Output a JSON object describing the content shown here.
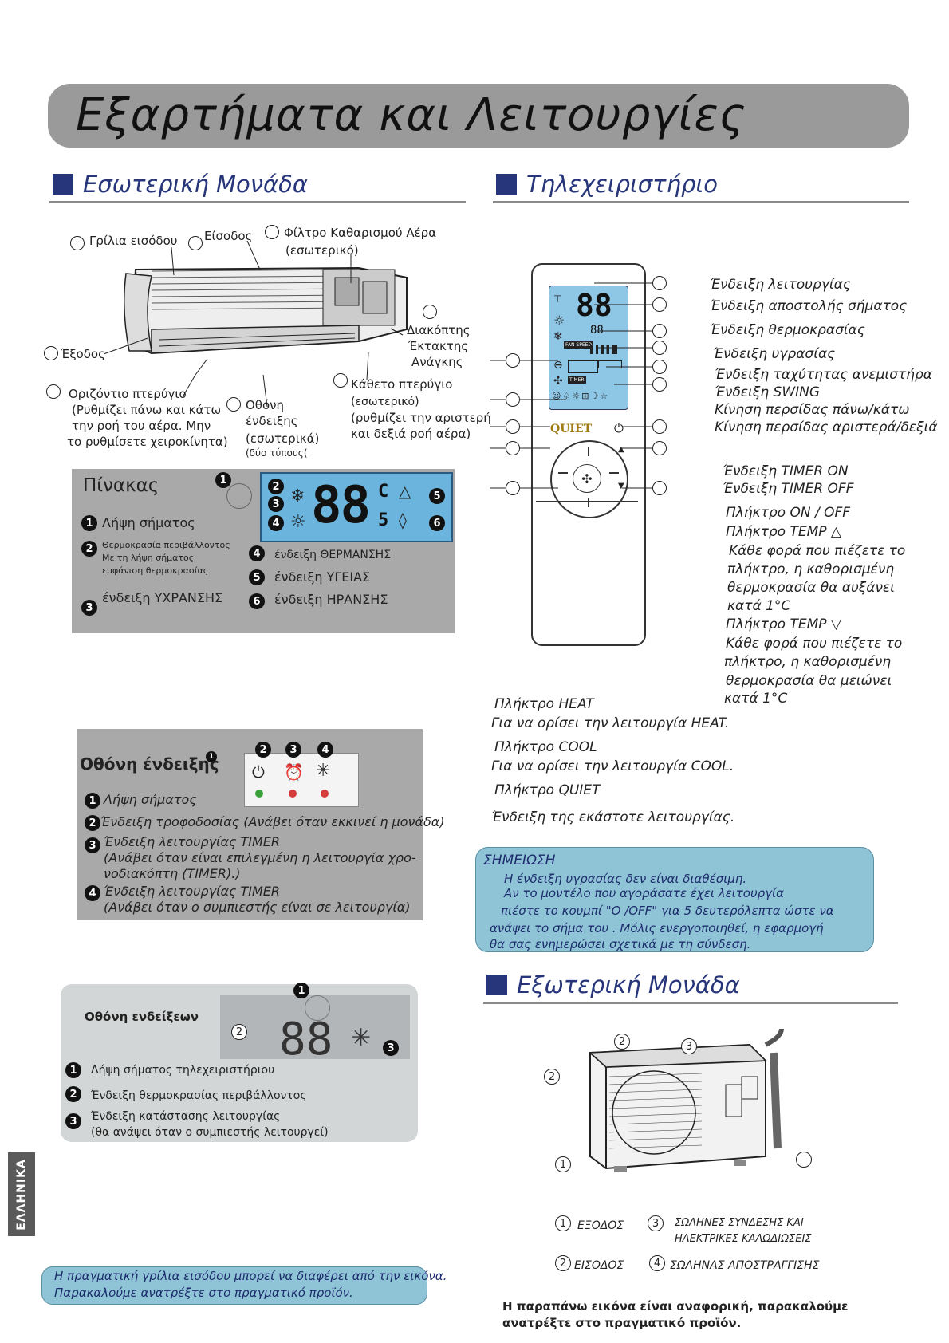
{
  "banner": {
    "title": "Εξαρτήματα και Λειτουργίες"
  },
  "sections": {
    "indoor": "Εσωτερική Μονάδα",
    "remote": "Τηλεχειριστήριο",
    "outdoor": "Εξωτερική Μονάδα"
  },
  "indoor_labels": {
    "grille": "Γρίλια εισόδου",
    "inlet": "Είσοδος",
    "filter_line1": "Φίλτρο Καθαρισμού Αέρα",
    "filter_line2": "(εσωτερικό)",
    "outlet": "Έξοδος",
    "emergency_line1": "Διακόπτης",
    "emergency_line2": "Έκτακτης",
    "emergency_line3": "Ανάγκης",
    "hflap_line1": "Οριζόντιο πτερύγιο",
    "hflap_line2": "(Ρυθμίζει πάνω και κάτω",
    "hflap_line3": "την ροή του αέρα. Μην",
    "hflap_line4": "το ρυθμίσετε χειροκίνητα)",
    "display_line1": "Οθόνη",
    "display_line2": "ένδειξης",
    "display_line3": "(εσωτερικά)",
    "display_line4": "(δύο τύπους(",
    "vflap_line1": "Κάθετο πτερύγιο",
    "vflap_line2": "(εσωτερικό)",
    "vflap_line3": "(ρυθμίζει την αριστερή",
    "vflap_line4": "και δεξιά ροή αέρα)"
  },
  "panel1": {
    "title": "Πίνακας",
    "lcd_digits": "88",
    "lcd_c": "C",
    "lcd_5": "5",
    "n1": "1",
    "n2": "2",
    "n3": "3",
    "n4": "4",
    "n5": "5",
    "n6": "6",
    "item1": "Λήψη σήματος",
    "item2_l1": "Θερμοκρασία περιβάλλοντος",
    "item2_l2": "Με τη λήψη σήματος",
    "item2_l3": "εμφάνιση θερμοκρασίας",
    "item3": "ένδειξη ΥΧΡΑΝΣΗΣ",
    "item4": "ένδειξη ΘΕΡΜΑΝΣΗΣ",
    "item5": "ένδειξη ΥΓΕΙΑΣ",
    "item6": "ένδειξη ΗΡΑΝΣΗΣ"
  },
  "panel2": {
    "title": "Οθόνη ένδειξης",
    "n1": "1",
    "n2": "2",
    "n3": "3",
    "n4": "4",
    "item1": "Λήψη σήματος",
    "item2": "Ένδειξη τροφοδοσίας (Ανάβει όταν εκκινεί η μονάδα)",
    "item3_l1": "Ένδειξη λειτουργίας TIMER",
    "item3_l2": "(Ανάβει όταν είναι επιλεγμένη η λειτουργία χρο-",
    "item3_l3": "νοδιακόπτη (TIMER).)",
    "item4_l1": "Ένδειξη λειτουργίας TIMER",
    "item4_l2": "(Ανάβει όταν ο συμπιεστής είναι σε λειτουργία)"
  },
  "panel3": {
    "title": "Οθόνη ενδείξεων",
    "digits": "88",
    "n1": "1",
    "n2": "2",
    "n3": "3",
    "item1": "Λήψη σήματος τηλεχειριστήριου",
    "item2": "Ένδειξη θερμοκρασίας περιβάλλοντος",
    "item3_l1": "Ένδειξη κατάστασης λειτουργίας",
    "item3_l2": "(θα ανάψει όταν ο συμπιεστής λειτουργεί)"
  },
  "remote": {
    "lcd_digits": "88",
    "lcd_small": "88",
    "fan_speed": "FAN SPEED",
    "quiet": "QUIET",
    "timer": "TIMER",
    "labels": [
      "Ένδειξη λειτουργίας",
      "Ένδειξη αποστολής σήματος",
      "Ένδειξη θερμοκρασίας",
      "Ένδειξη υγρασίας",
      "Ένδειξη ταχύτητας ανεμιστήρα",
      "Ένδειξη  SWING",
      "Κίνηση περσίδας πάνω/κάτω",
      "Κίνηση περσίδας αριστερά/δεξιά",
      "Ένδειξη TIMER ON",
      "Ένδειξη TIMER OFF",
      "Πλήκτρο  ON / OFF",
      "Πλήκτρο  TEMP",
      "Κάθε φορά που πιέζετε το",
      "πλήκτρο, η καθορισμένη",
      "θερμοκρασία  θα αυξάνει",
      "κατά 1°C",
      "Πλήκτρο  TEMP",
      "Κάθε φορά που πιέζετε  το",
      "πλήκτρο, η καθορισμένη",
      "θερμοκρασία θα μειώνει",
      "κατά 1°C"
    ],
    "heat_title": "Πλήκτρο HEAT",
    "heat_desc": "Για να ορίσει την λειτουργία HEAT.",
    "cool_title": "Πλήκτρο COOL",
    "cool_desc": "Για να ορίσει την λειτουργία COOL.",
    "quiet_title": "Πλήκτρο QUIET",
    "mode_desc": "Ένδειξη της εκάστοτε λειτουργίας."
  },
  "note": {
    "title": "ΣΗΜΕΙΩΣΗ",
    "l1": "Η ένδειξη υγρασίας δεν είναι διαθέσιμη.",
    "l2": "Αν το μοντέλο που  αγοράσατε   έχει λειτουργία",
    "l3": "πιέστε το κουμπί \"Ο   /OFF\" για 5 δευτερόλεπτα  ώστε να",
    "l4": "ανάψει το  σήμα του         . Μόλις ενεργοποιηθεί, η εφαρμογή",
    "l5": "θα σας ενημερώσει σχετικά με τη σύνδεση."
  },
  "outdoor": {
    "n1": "1",
    "n2": "2",
    "n3": "3",
    "n4": "4",
    "legend1": "ΕΞΟΔΟΣ",
    "legend2": "ΕΙΣΟΔΟΣ",
    "legend3_l1": "ΣΩΛΗΝΕΣ ΣΥΝΔΕΣΗΣ ΚΑΙ",
    "legend3_l2": "ΗΛΕΚΤΡΙΚΕΣ ΚΑΛΩΔΙΩΣΕΙΣ",
    "legend4": "ΣΩΛΗΝΑΣ ΑΠΟΣΤΡΑΓΓΙΣΗΣ",
    "footnote_l1": "Η παραπάνω εικόνα είναι αναφορική, παρακαλούμε",
    "footnote_l2": "ανατρέξτε στο πραγματικό προϊόν."
  },
  "grille_note": {
    "l1": "Η πραγματική γρίλια εισόδου μπορεί να διαφέρει από την εικόνα.",
    "l2": "Παρακαλούμε ανατρέξτε στο πραγματικό προϊόν."
  },
  "side_tab": "ΕΛΛΗΝΙΚΑ"
}
